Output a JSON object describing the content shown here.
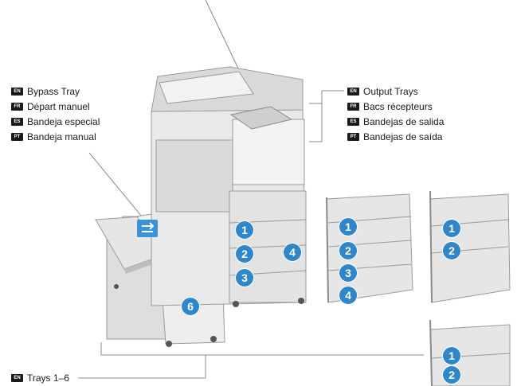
{
  "callouts": {
    "bypass": [
      {
        "code": "EN",
        "text": "Bypass Tray"
      },
      {
        "code": "FR",
        "text": "Départ manuel"
      },
      {
        "code": "ES",
        "text": "Bandeja especial"
      },
      {
        "code": "PT",
        "text": "Bandeja manual"
      }
    ],
    "output": [
      {
        "code": "EN",
        "text": "Output Trays"
      },
      {
        "code": "FR",
        "text": "Bacs récepteurs"
      },
      {
        "code": "ES",
        "text": "Bandejas de salida"
      },
      {
        "code": "PT",
        "text": "Bandejas de saída"
      }
    ],
    "trays": {
      "code": "EN",
      "text": "Trays 1–6"
    }
  },
  "tray_numbers": {
    "main": [
      "1",
      "2",
      "3",
      "4"
    ],
    "hcf": "6",
    "module_four": [
      "1",
      "2",
      "3",
      "4"
    ],
    "module_two": [
      "1",
      "2"
    ],
    "module_small": [
      "1",
      "2"
    ]
  },
  "colors": {
    "badge": "#2f86c8",
    "accent_blue": "#3a93d6",
    "line": "#8a8a8a",
    "machine_light": "#ececec",
    "machine_mid": "#d2d2d2",
    "machine_dark": "#9a9a9a"
  },
  "icons": {
    "bypass_feed": "paper-feed-icon"
  }
}
